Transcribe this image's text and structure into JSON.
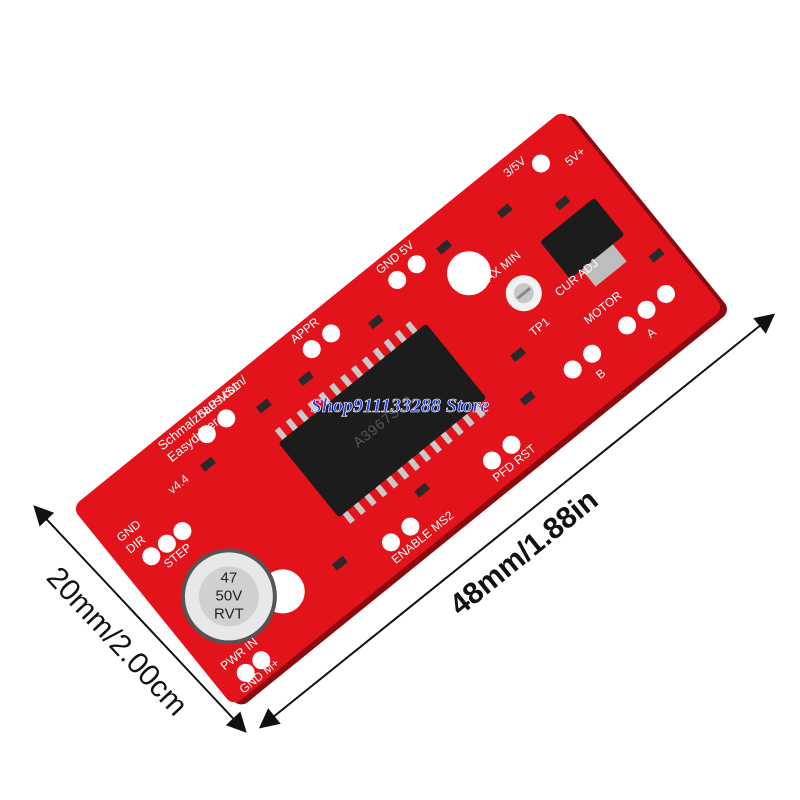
{
  "dimensions": {
    "length_label": "48mm/1.88in",
    "width_label": "20mm/2.00cm"
  },
  "watermark": "Shop911133288 Store",
  "board": {
    "brand": "Easydriver",
    "site": "Schmalzhaus.com/",
    "version": "v4.4",
    "chip_text": "A3967SLB",
    "capacitor": {
      "line1": "47",
      "line2": "50V",
      "line3": "RVT"
    },
    "labels": {
      "dir": "DIR",
      "step": "STEP",
      "gnd_left": "GND",
      "ms1": "SLP MS1",
      "appr": "APPR",
      "gnd_5v": "GND 5V",
      "v33": "3/5V",
      "max_min": "MAX MIN",
      "cur_adj": "CUR ADJ",
      "tp1": "TP1",
      "motor": "MOTOR",
      "a": "A",
      "b": "B",
      "pfd_rst": "PFD RST",
      "enable_ms2": "ENABLE MS2",
      "pwr_in": "PWR IN",
      "gnd_m": "GND M+",
      "vcc": "5V+"
    }
  },
  "colors": {
    "pcb": "#e3131b",
    "pcb_dark": "#b50d13",
    "silkscreen": "#ffffff",
    "dimension_line": "#111111",
    "watermark": "#2a3fd6"
  }
}
